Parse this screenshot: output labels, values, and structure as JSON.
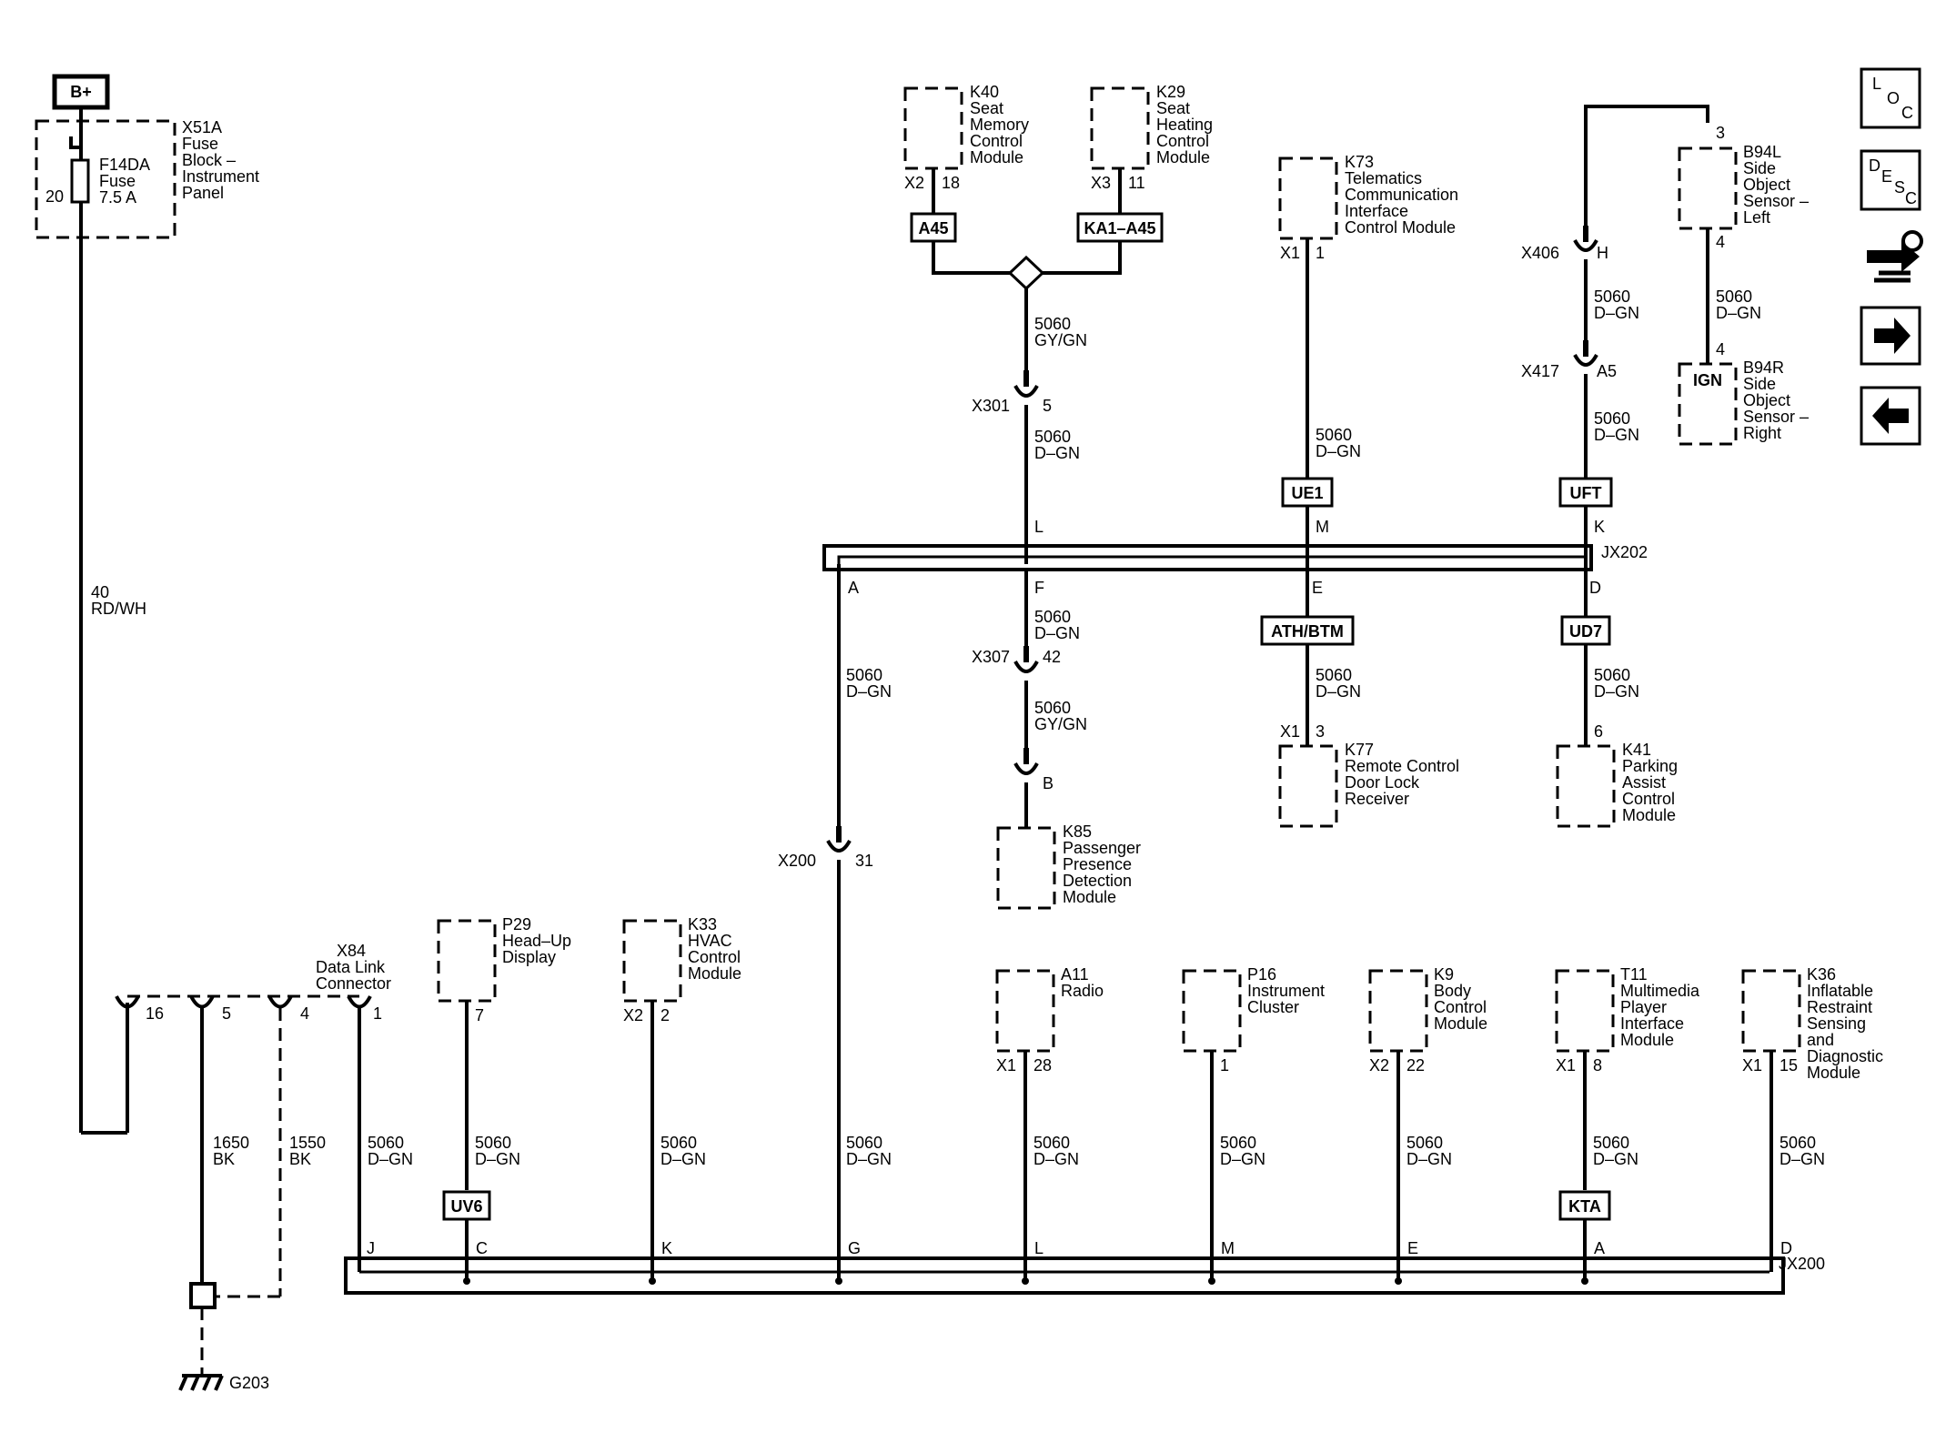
{
  "power": {
    "label": "B+"
  },
  "fuse_block": {
    "lines": [
      "X51A",
      "Fuse",
      "Block –",
      "Instrument",
      "Panel"
    ],
    "fuse_lines": [
      "F14DA",
      "Fuse",
      "7.5 A"
    ],
    "pin": "20"
  },
  "wire_main": {
    "lines": [
      "40",
      "RD/WH"
    ]
  },
  "modules": {
    "k40": {
      "lines": [
        "K40",
        "Seat",
        "Memory",
        "Control",
        "Module"
      ],
      "conn": "X2",
      "pin": "18",
      "splice": "A45"
    },
    "k29": {
      "lines": [
        "K29",
        "Seat",
        "Heating",
        "Control",
        "Module"
      ],
      "conn": "X3",
      "pin": "11",
      "splice": "KA1–A45"
    },
    "k73": {
      "lines": [
        "K73",
        "Telematics",
        "Communication",
        "Interface",
        "Control Module"
      ],
      "conn": "X1",
      "pin": "1"
    },
    "b94l": {
      "lines": [
        "B94L",
        "Side",
        "Object",
        "Sensor –",
        "Left"
      ],
      "pin_top": "3",
      "pin_bottom": "4"
    },
    "b94r": {
      "lines": [
        "B94R",
        "Side",
        "Object",
        "Sensor –",
        "Right"
      ],
      "pin": "4",
      "inner": "IGN"
    },
    "k77": {
      "lines": [
        "K77",
        "Remote Control",
        "Door Lock",
        "Receiver"
      ],
      "conn": "X1",
      "pin": "3"
    },
    "k41": {
      "lines": [
        "K41",
        "Parking",
        "Assist",
        "Control",
        "Module"
      ],
      "pin": "6"
    },
    "k85": {
      "lines": [
        "K85",
        "Passenger",
        "Presence",
        "Detection",
        "Module"
      ],
      "pin": "B"
    },
    "p29": {
      "lines": [
        "P29",
        "Head–Up",
        "Display"
      ],
      "pin": "7"
    },
    "k33": {
      "lines": [
        "K33",
        "HVAC",
        "Control",
        "Module"
      ],
      "conn": "X2",
      "pin": "2"
    },
    "a11": {
      "lines": [
        "A11",
        "Radio"
      ],
      "conn": "X1",
      "pin": "28"
    },
    "p16": {
      "lines": [
        "P16",
        "Instrument",
        "Cluster"
      ],
      "pin": "1"
    },
    "k9": {
      "lines": [
        "K9",
        "Body",
        "Control",
        "Module"
      ],
      "conn": "X2",
      "pin": "22"
    },
    "t11": {
      "lines": [
        "T11",
        "Multimedia",
        "Player",
        "Interface",
        "Module"
      ],
      "conn": "X1",
      "pin": "8"
    },
    "k36": {
      "lines": [
        "K36",
        "Inflatable",
        "Restraint",
        "Sensing",
        "and",
        "Diagnostic",
        "Module"
      ],
      "conn": "X1",
      "pin": "15"
    }
  },
  "connectors": {
    "x301": {
      "name": "X301",
      "pin": "5"
    },
    "x307": {
      "name": "X307",
      "pin": "42"
    },
    "x406": {
      "name": "X406",
      "pin": "H"
    },
    "x417": {
      "name": "X417",
      "pin": "A5"
    },
    "x200": {
      "name": "X200",
      "pin": "31"
    },
    "x84": {
      "lines": [
        "X84",
        "Data Link",
        "Connector"
      ],
      "pins": [
        "16",
        "5",
        "4",
        "1"
      ]
    }
  },
  "splice_codes": {
    "ue1": "UE1",
    "uft": "UFT",
    "athbtm": "ATH/BTM",
    "ud7": "UD7",
    "uv6": "UV6",
    "kta": "KTA"
  },
  "wires": {
    "gygn": [
      "5060",
      "GY/GN"
    ],
    "dgn": [
      "5060",
      "D–GN"
    ],
    "w1650": [
      "1650",
      "BK"
    ],
    "w1550": [
      "1550",
      "BK"
    ]
  },
  "jx202": {
    "name": "JX202",
    "top_pins": [
      "L",
      "M",
      "K"
    ],
    "bottom_pins": [
      "A",
      "F",
      "E",
      "D"
    ]
  },
  "jx200": {
    "name": "JX200",
    "pins": [
      "J",
      "C",
      "K",
      "G",
      "L",
      "M",
      "E",
      "A",
      "D"
    ]
  },
  "ground": {
    "name": "G203"
  },
  "nav": {
    "loc": [
      "L",
      "O",
      "C"
    ],
    "desc": [
      "D",
      "E",
      "S",
      "C"
    ],
    "icons": [
      "wrench-icon",
      "arrow-right-icon",
      "arrow-left-icon"
    ]
  }
}
